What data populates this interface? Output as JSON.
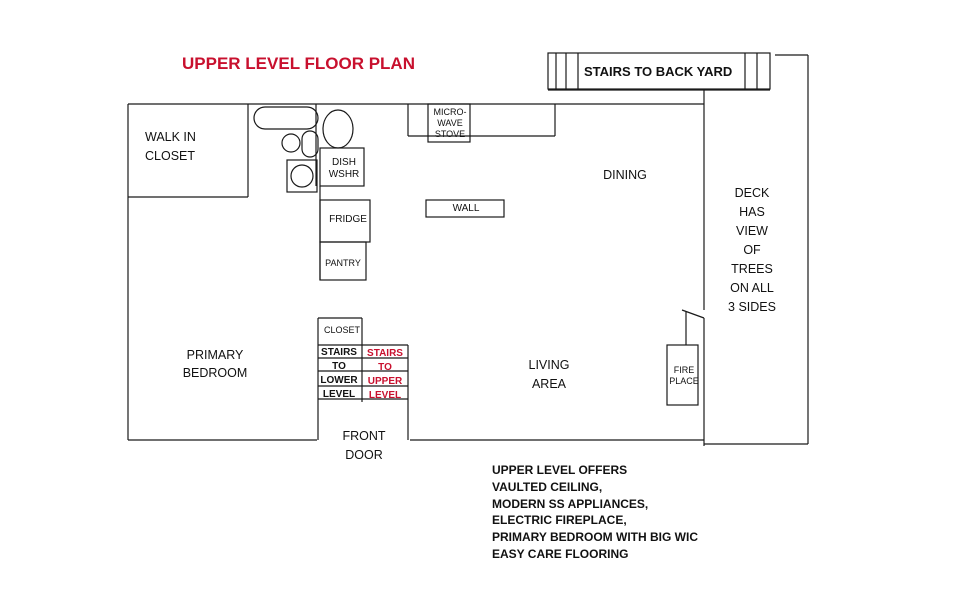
{
  "title": "UPPER LEVEL FLOOR PLAN",
  "rooms": {
    "walk_in_closet": "WALK IN\nCLOSET",
    "microwave_stove": "MICRO-\nWAVE\nSTOVE",
    "dishwasher": "DISH\nWSHR",
    "fridge": "FRIDGE",
    "pantry": "PANTRY",
    "wall": "WALL",
    "dining": "DINING",
    "deck": "DECK\nHAS\nVIEW\nOF\nTREES\nON ALL\n3 SIDES",
    "stairs_to_back_yard": "STAIRS TO BACK YARD",
    "closet": "CLOSET",
    "stairs_to_lower_level": "STAIRS\nTO\nLOWER\nLEVEL",
    "stairs_to_upper_level": "STAIRS\nTO\nUPPER\nLEVEL",
    "primary_bedroom": "PRIMARY\nBEDROOM",
    "living_area": "LIVING\nAREA",
    "fireplace": "FIRE\nPLACE",
    "front_door": "FRONT\nDOOR"
  },
  "notes": [
    "UPPER LEVEL OFFERS",
    "VAULTED CEILING,",
    "MODERN SS APPLIANCES,",
    "ELECTRIC FIREPLACE,",
    "PRIMARY BEDROOM WITH BIG WIC",
    "EASY CARE FLOORING"
  ],
  "colors": {
    "accent": "#c8102e",
    "line": "#1a1a1a"
  }
}
